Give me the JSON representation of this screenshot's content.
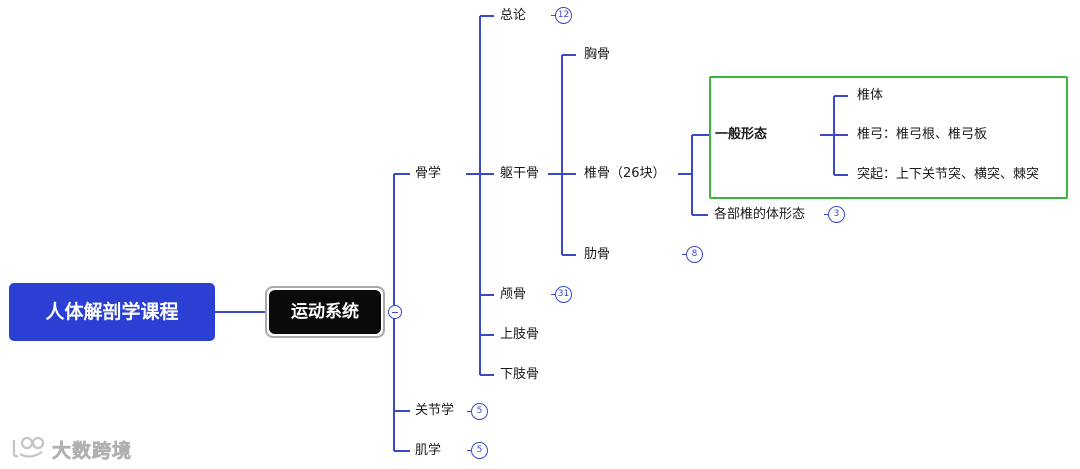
{
  "root": {
    "label": "人体解剖学课程"
  },
  "system": {
    "label": "运动系统"
  },
  "level1": {
    "osteology": "骨学",
    "arthrology": "关节学",
    "myology": "肌学"
  },
  "osteology_children": {
    "general": "总论",
    "trunk": "躯干骨",
    "skull": "颅骨",
    "upper_limb": "上肢骨",
    "lower_limb": "下肢骨"
  },
  "trunk_children": {
    "sternum": "胸骨",
    "vertebra": "椎骨（26块）",
    "rib": "肋骨"
  },
  "vertebra_children": {
    "general_form": "一般形态",
    "regional": "各部椎的体形态"
  },
  "general_form_children": {
    "body": "椎体",
    "arch": "椎弓：椎弓根、椎弓板",
    "processes": "突起：上下关节突、横突、棘突"
  },
  "badges": {
    "general": "12",
    "regional": "3",
    "rib": "8",
    "skull": "31",
    "arthrology": "5",
    "myology": "5"
  },
  "watermark": {
    "text": "大数跨境"
  },
  "colors": {
    "line": "#3a49c9",
    "root_bg": "#2a3fd4",
    "system_bg": "#0a0a0a",
    "highlight_border": "#3db53d"
  }
}
